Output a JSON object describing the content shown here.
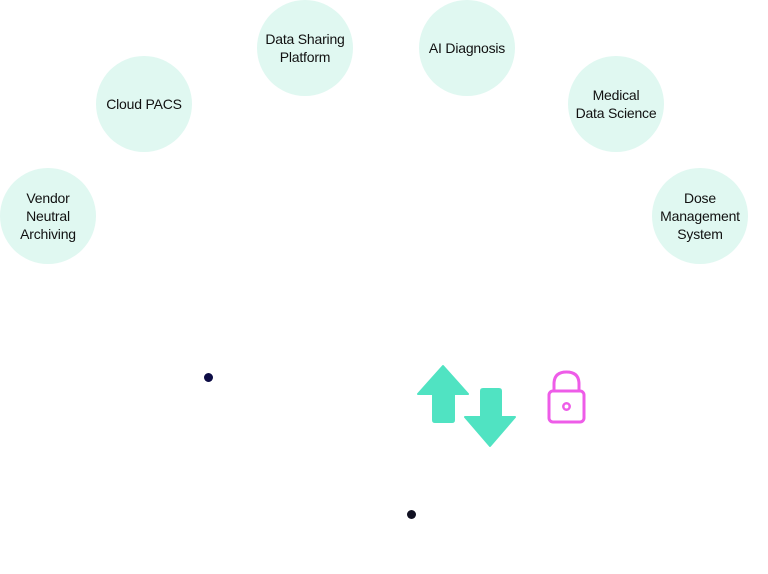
{
  "nodes": [
    {
      "id": "vendor-neutral-archiving",
      "label": "Vendor\nNeutral\nArchiving"
    },
    {
      "id": "cloud-pacs",
      "label": "Cloud PACS"
    },
    {
      "id": "data-sharing-platform",
      "label": "Data Sharing\nPlatform"
    },
    {
      "id": "ai-diagnosis",
      "label": "AI Diagnosis"
    },
    {
      "id": "medical-data-science",
      "label": "Medical\nData Science"
    },
    {
      "id": "dose-management-system",
      "label": "Dose\nManagement\nSystem"
    }
  ],
  "colors": {
    "node_fill": "#e0f8f1",
    "arrow": "#50e3c2",
    "lock": "#ee5ce8",
    "dot_left": "#0d0c45",
    "dot_bottom": "#111122"
  },
  "icons": {
    "transfer": "up-down-arrows-icon",
    "lock": "lock-icon"
  }
}
